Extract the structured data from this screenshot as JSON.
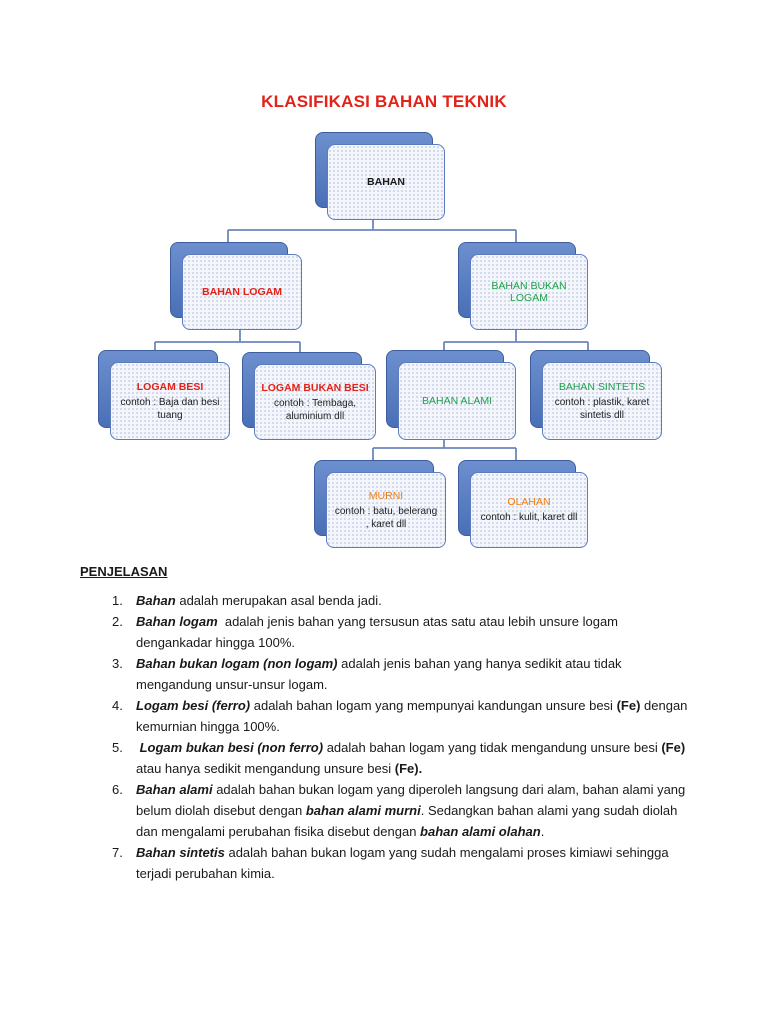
{
  "title": "KLASIFIKASI BAHAN TEKNIK",
  "colors": {
    "title": "#e2231a",
    "logam": "#e2231a",
    "bukan_logam": "#1fa24a",
    "murni_olahan": "#ee7d14",
    "box_border": "#5b7bbd"
  },
  "diagram": {
    "root": {
      "label": "BAHAN"
    },
    "logam": {
      "label": "BAHAN LOGAM"
    },
    "bukan_logam": {
      "label": "BAHAN BUKAN LOGAM"
    },
    "logam_besi": {
      "label": "LOGAM BESI",
      "example": "contoh : Baja dan besi tuang"
    },
    "logam_bukan_besi": {
      "label": "LOGAM BUKAN BESI",
      "example": "contoh : Tembaga, aluminium dll"
    },
    "bahan_alami": {
      "label": "BAHAN ALAMI"
    },
    "bahan_sintetis": {
      "label": "BAHAN SINTETIS",
      "example": "contoh : plastik, karet sintetis dll"
    },
    "murni": {
      "label": "MURNI",
      "example": "contoh : batu, belerang , karet dll"
    },
    "olahan": {
      "label": "OLAHAN",
      "example": "contoh : kulit, karet dll"
    }
  },
  "explanation": {
    "heading": "PENJELASAN",
    "items": [
      {
        "num": "1.",
        "t1": "Bahan",
        "t2": " adalah merupakan asal benda jadi."
      },
      {
        "num": "2.",
        "t1": "Bahan logam",
        "t2": "  adalah jenis bahan yang tersusun atas satu atau lebih unsure logam dengankadar hingga 100%."
      },
      {
        "num": "3.",
        "t1": "Bahan bukan logam (non logam)",
        "t2": " adalah jenis bahan yang hanya sedikit atau tidak mengandung unsur-unsur logam."
      },
      {
        "num": "4.",
        "t1": "Logam besi (ferro)",
        "t2": " adalah bahan logam yang mempunyai kandungan unsure besi ",
        "t3": "(Fe)",
        "t4": " dengan kemurnian hingga 100%."
      },
      {
        "num": "5.",
        "t1": " Logam bukan besi (non ferro)",
        "t2": " adalah bahan logam yang tidak mengandung unsure besi ",
        "t3": "(Fe)",
        "t4": " atau hanya sedikit mengandung unsure besi ",
        "t5": "(Fe)."
      },
      {
        "num": "6.",
        "t1": "Bahan alami",
        "t2": " adalah bahan bukan logam yang diperoleh langsung dari alam, bahan alami yang belum diolah disebut dengan ",
        "t3": "bahan alami murni",
        "t4": ". Sedangkan bahan alami yang sudah diolah dan mengalami perubahan fisika disebut dengan ",
        "t5": "bahan alami olahan",
        "t6": "."
      },
      {
        "num": "7.",
        "t1": "Bahan sintetis",
        "t2": " adalah bahan bukan logam yang sudah mengalami proses kimiawi sehingga terjadi perubahan kimia."
      }
    ]
  }
}
